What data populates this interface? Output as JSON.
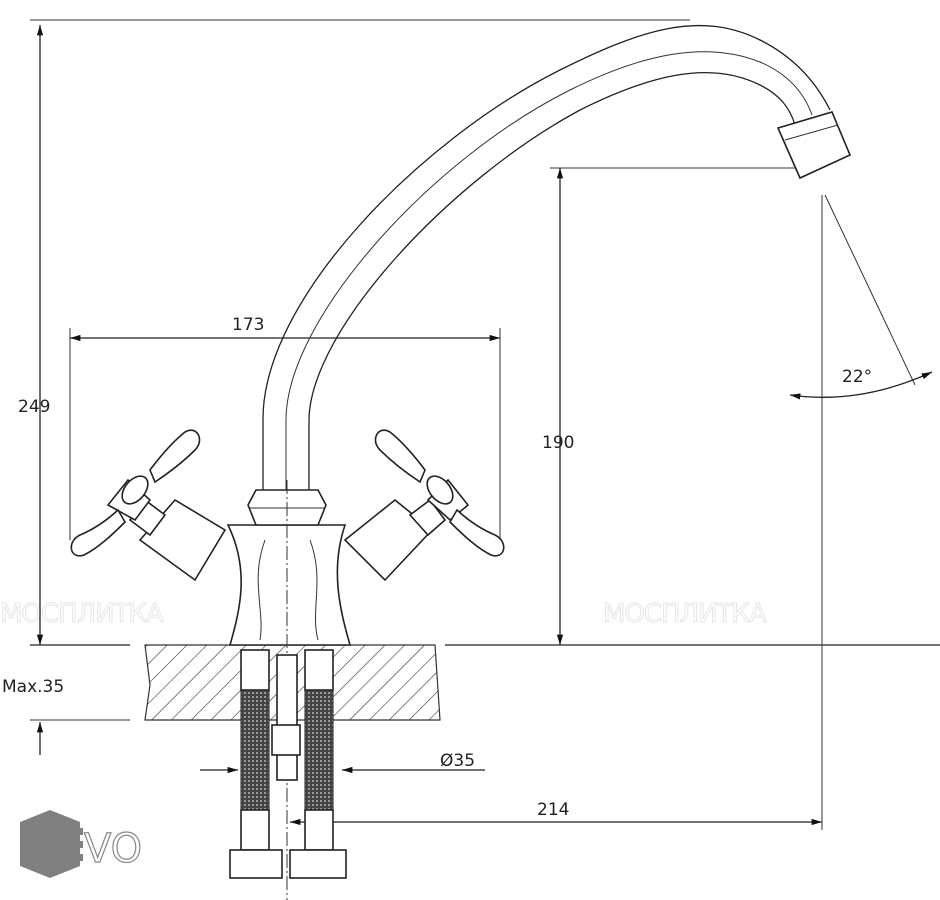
{
  "drawing": {
    "dimensions": {
      "total_height": "249",
      "handle_span": "173",
      "spout_height": "190",
      "spray_angle": "22°",
      "max_counter_thickness": "Max.35",
      "hole_diameter": "Ø35",
      "spout_reach": "214"
    },
    "watermark_left": "МОСПЛИТКА",
    "watermark_right": "МОСПЛИТКА"
  },
  "logo": {
    "text": "EVO",
    "letters": "VO",
    "color": "#808080"
  }
}
